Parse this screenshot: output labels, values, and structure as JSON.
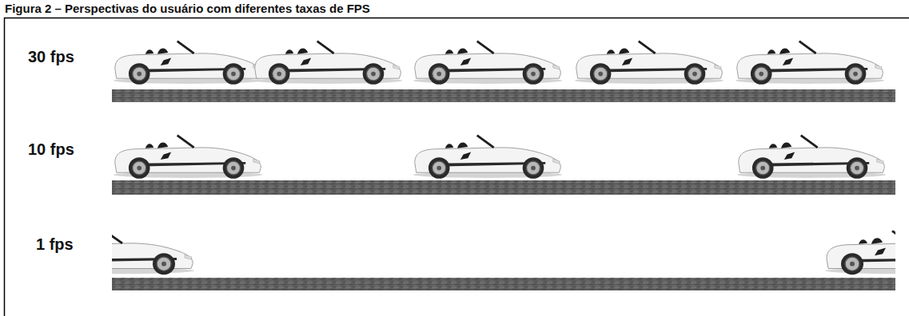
{
  "diagram": {
    "title": "Figura 2 – Perspectivas do usuário com diferentes taxas de FPS",
    "labels": [
      "30 fps",
      "10 fps",
      "1 fps"
    ]
  }
}
